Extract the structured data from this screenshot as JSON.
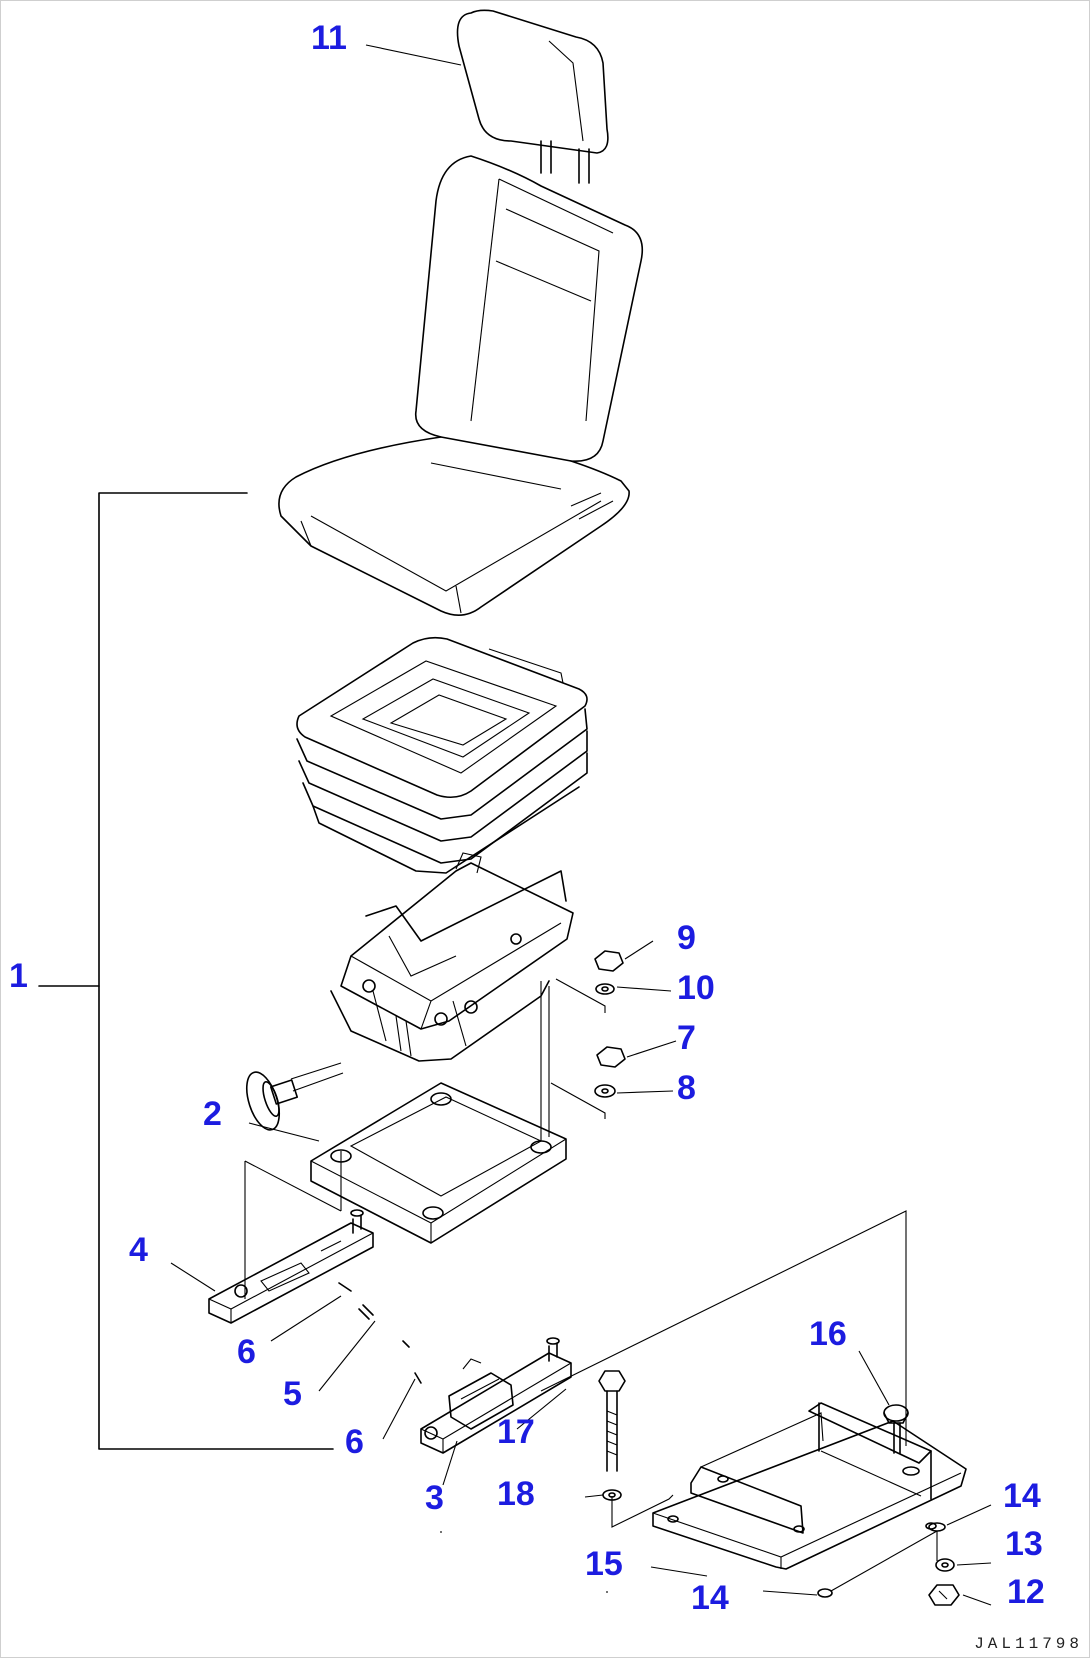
{
  "diagram": {
    "callouts": [
      {
        "id": "c11",
        "label": "11"
      },
      {
        "id": "c1",
        "label": "1"
      },
      {
        "id": "c2",
        "label": "2"
      },
      {
        "id": "c9",
        "label": "9"
      },
      {
        "id": "c10",
        "label": "10"
      },
      {
        "id": "c7",
        "label": "7"
      },
      {
        "id": "c8",
        "label": "8"
      },
      {
        "id": "c4",
        "label": "4"
      },
      {
        "id": "c6a",
        "label": "6"
      },
      {
        "id": "c5",
        "label": "5"
      },
      {
        "id": "c6b",
        "label": "6"
      },
      {
        "id": "c17",
        "label": "17"
      },
      {
        "id": "c3",
        "label": "3"
      },
      {
        "id": "c18",
        "label": "18"
      },
      {
        "id": "c16",
        "label": "16"
      },
      {
        "id": "c14a",
        "label": "14"
      },
      {
        "id": "c13",
        "label": "13"
      },
      {
        "id": "c12",
        "label": "12"
      },
      {
        "id": "c15",
        "label": "15"
      },
      {
        "id": "c14b",
        "label": "14"
      }
    ],
    "drawing_code": "JAL11798",
    "colors": {
      "callout": "#1c1ce0",
      "line": "#000000"
    }
  }
}
